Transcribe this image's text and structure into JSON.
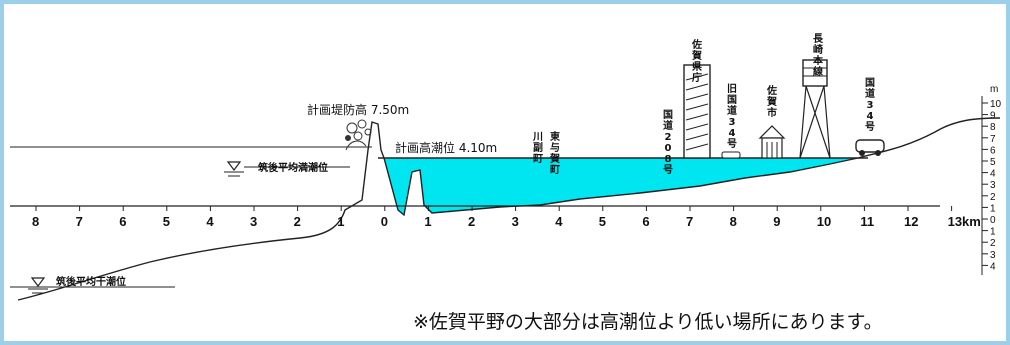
{
  "labels": {
    "design_levee_height": "計画堤防高  7.50m",
    "design_high_tide": "計画高潮位  4.10m",
    "mean_high_tide": "筑後平均満潮位",
    "mean_low_tide": "筑後平均干潮位",
    "note": "※佐賀平野の大部分は高潮位より低い場所にあります。",
    "route_208": "国道208号",
    "prefectural_office": "佐賀県庁",
    "old_route_34": "旧国道34号",
    "saga_city": "佐賀市",
    "nagasaki_line": "長崎本線",
    "route_34": "国道34号",
    "kawasoe": "川副町",
    "higashiyoka": "東与賀町"
  },
  "x_axis": {
    "ticks": [
      "8",
      "7",
      "6",
      "5",
      "4",
      "3",
      "2",
      "1",
      "0",
      "1",
      "2",
      "3",
      "4",
      "5",
      "6",
      "7",
      "8",
      "9",
      "10",
      "11",
      "12",
      "13km"
    ]
  },
  "elevation_scale": {
    "unit": "m",
    "ticks": [
      "10",
      "9",
      "8",
      "7",
      "6",
      "5",
      "4",
      "3",
      "2",
      "1",
      "0",
      "1",
      "2",
      "3",
      "4"
    ]
  },
  "colors": {
    "water": "#00e6f0",
    "frame": "#9ccfe9",
    "ink": "#111111"
  }
}
